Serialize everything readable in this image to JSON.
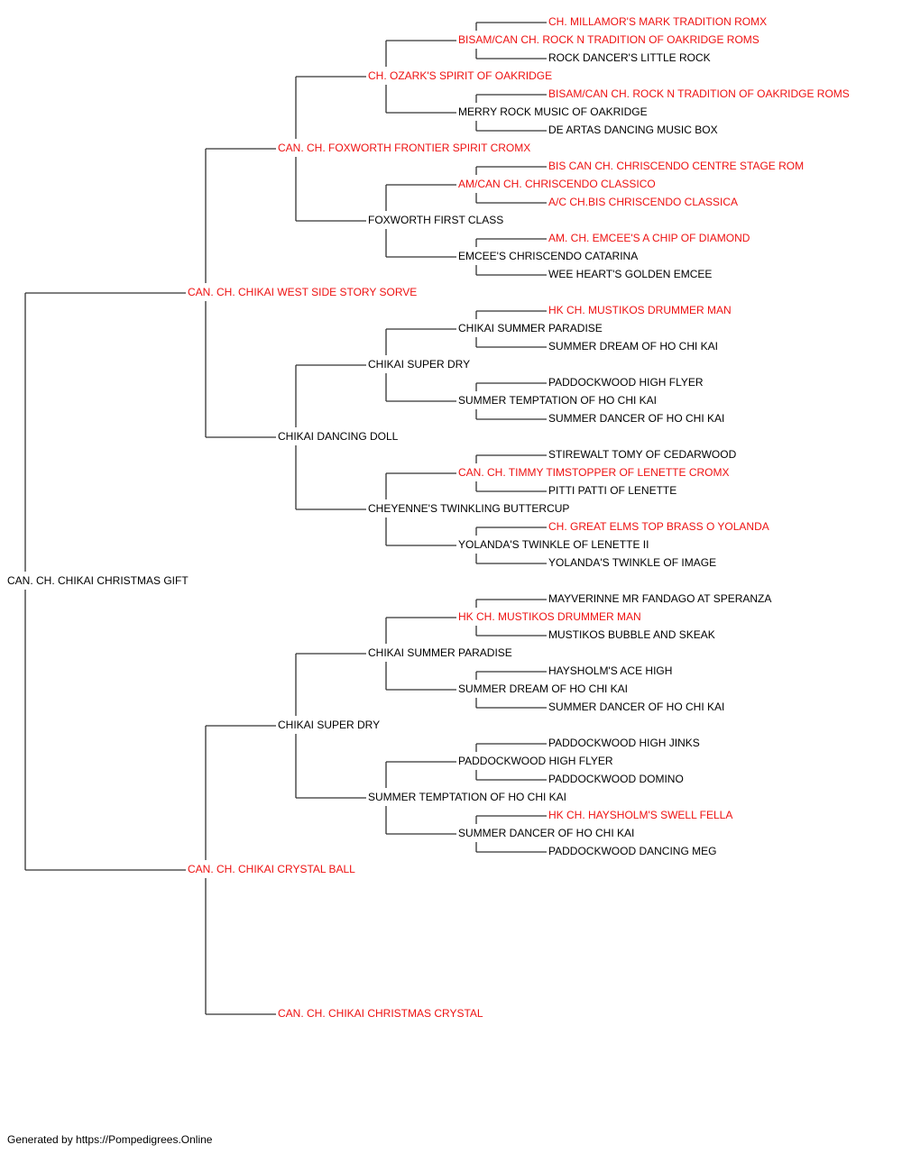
{
  "colors": {
    "champion": "#ee1111",
    "normal": "#000000",
    "line": "#333333"
  },
  "footer": "Generated by https://Pompedigrees.Online",
  "pedigree": {
    "name": "CAN. CH. CHIKAI CHRISTMAS GIFT",
    "champion": false,
    "sire": {
      "name": "CAN. CH. CHIKAI WEST SIDE STORY SORVE",
      "champion": true,
      "sire": {
        "name": "CAN. CH. FOXWORTH FRONTIER SPIRIT CROMX",
        "champion": true,
        "sire": {
          "name": "CH. OZARK'S SPIRIT OF OAKRIDGE",
          "champion": true,
          "sire": {
            "name": "BISAM/CAN CH. ROCK N TRADITION OF OAKRIDGE ROMS",
            "champion": true,
            "sire": {
              "name": "CH. MILLAMOR'S MARK TRADITION ROMX",
              "champion": true
            },
            "dam": {
              "name": "ROCK DANCER'S LITTLE ROCK",
              "champion": false
            }
          },
          "dam": {
            "name": "MERRY ROCK MUSIC OF OAKRIDGE",
            "champion": false,
            "sire": {
              "name": "BISAM/CAN CH. ROCK N TRADITION OF OAKRIDGE ROMS",
              "champion": true
            },
            "dam": {
              "name": "DE ARTAS DANCING MUSIC BOX",
              "champion": false
            }
          }
        },
        "dam": {
          "name": "FOXWORTH FIRST CLASS",
          "champion": false,
          "sire": {
            "name": "AM/CAN CH. CHRISCENDO CLASSICO",
            "champion": true,
            "sire": {
              "name": "BIS CAN CH. CHRISCENDO CENTRE STAGE ROM",
              "champion": true
            },
            "dam": {
              "name": "A/C CH.BIS CHRISCENDO CLASSICA",
              "champion": true
            }
          },
          "dam": {
            "name": "EMCEE'S CHRISCENDO CATARINA",
            "champion": false,
            "sire": {
              "name": "AM. CH. EMCEE'S A CHIP OF DIAMOND",
              "champion": true
            },
            "dam": {
              "name": "WEE HEART'S GOLDEN EMCEE",
              "champion": false
            }
          }
        }
      },
      "dam": {
        "name": "CHIKAI DANCING DOLL",
        "champion": false,
        "sire": {
          "name": "CHIKAI SUPER DRY",
          "champion": false,
          "sire": {
            "name": "CHIKAI SUMMER PARADISE",
            "champion": false,
            "sire": {
              "name": "HK CH. MUSTIKOS DRUMMER MAN",
              "champion": true
            },
            "dam": {
              "name": "SUMMER DREAM OF HO CHI KAI",
              "champion": false
            }
          },
          "dam": {
            "name": "SUMMER TEMPTATION OF HO CHI KAI",
            "champion": false,
            "sire": {
              "name": "PADDOCKWOOD HIGH FLYER",
              "champion": false
            },
            "dam": {
              "name": "SUMMER DANCER OF HO CHI KAI",
              "champion": false
            }
          }
        },
        "dam": {
          "name": "CHEYENNE'S TWINKLING BUTTERCUP",
          "champion": false,
          "sire": {
            "name": "CAN. CH. TIMMY TIMSTOPPER OF LENETTE CROMX",
            "champion": true,
            "sire": {
              "name": "STIREWALT TOMY OF CEDARWOOD",
              "champion": false
            },
            "dam": {
              "name": "PITTI PATTI OF LENETTE",
              "champion": false
            }
          },
          "dam": {
            "name": "YOLANDA'S TWINKLE OF LENETTE II",
            "champion": false,
            "sire": {
              "name": "CH. GREAT ELMS TOP BRASS O YOLANDA",
              "champion": true
            },
            "dam": {
              "name": "YOLANDA'S TWINKLE OF IMAGE",
              "champion": false
            }
          }
        }
      }
    },
    "dam": {
      "name": "CAN. CH. CHIKAI CRYSTAL BALL",
      "champion": true,
      "sire": {
        "name": "CHIKAI SUPER DRY",
        "champion": false,
        "sire": {
          "name": "CHIKAI SUMMER PARADISE",
          "champion": false,
          "sire": {
            "name": "HK CH. MUSTIKOS DRUMMER MAN",
            "champion": true,
            "sire": {
              "name": "MAYVERINNE MR FANDAGO AT SPERANZA",
              "champion": false
            },
            "dam": {
              "name": "MUSTIKOS BUBBLE AND SKEAK",
              "champion": false
            }
          },
          "dam": {
            "name": "SUMMER DREAM OF HO CHI KAI",
            "champion": false,
            "sire": {
              "name": "HAYSHOLM'S ACE HIGH",
              "champion": false
            },
            "dam": {
              "name": "SUMMER DANCER OF HO CHI KAI",
              "champion": false
            }
          }
        },
        "dam": {
          "name": "SUMMER TEMPTATION OF HO CHI KAI",
          "champion": false,
          "sire": {
            "name": "PADDOCKWOOD HIGH FLYER",
            "champion": false,
            "sire": {
              "name": "PADDOCKWOOD HIGH JINKS",
              "champion": false
            },
            "dam": {
              "name": "PADDOCKWOOD DOMINO",
              "champion": false
            }
          },
          "dam": {
            "name": "SUMMER DANCER OF HO CHI KAI",
            "champion": false,
            "sire": {
              "name": "HK CH. HAYSHOLM'S SWELL FELLA",
              "champion": true
            },
            "dam": {
              "name": "PADDOCKWOOD DANCING MEG",
              "champion": false
            }
          }
        }
      },
      "dam": {
        "name": "CAN. CH. CHIKAI CHRISTMAS CRYSTAL",
        "champion": true
      }
    }
  }
}
